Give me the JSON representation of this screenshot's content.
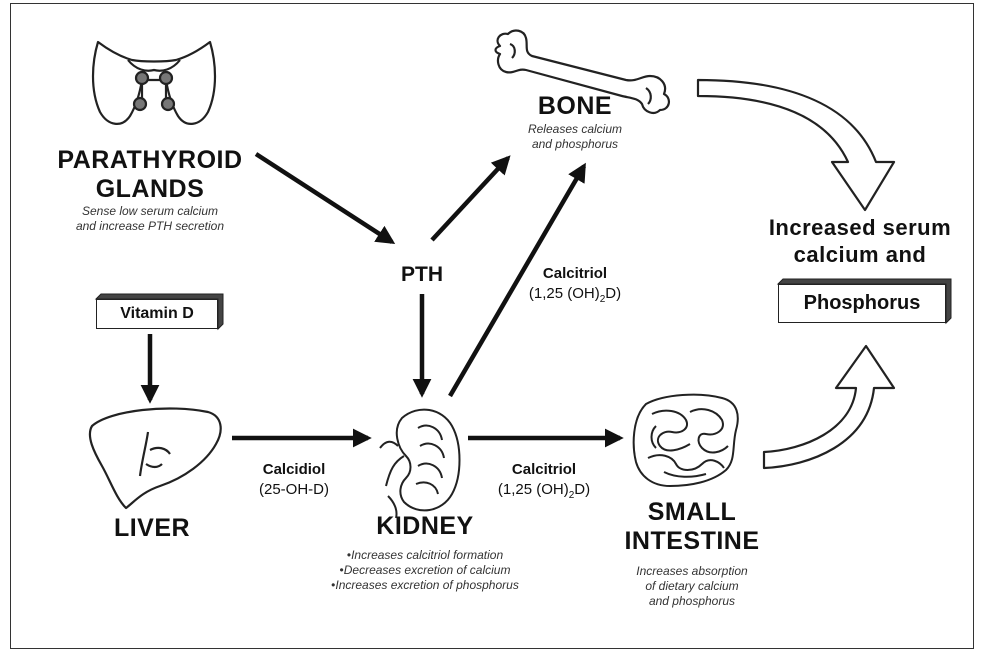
{
  "parathyroid": {
    "title_line1": "PARATHYROID",
    "title_line2": "GLANDS",
    "note_line1": "Sense low serum calcium",
    "note_line2": "and increase PTH secretion"
  },
  "bone": {
    "title": "BONE",
    "note_line1": "Releases calcium",
    "note_line2": "and phosphorus"
  },
  "pth": {
    "label": "PTH"
  },
  "vitamin_d": {
    "label": "Vitamin D"
  },
  "liver": {
    "title": "LIVER"
  },
  "calcidiol": {
    "name": "Calcidiol",
    "formula": "(25-OH-D)"
  },
  "calcitriol_kidney_bone": {
    "name": "Calcitriol",
    "formula_pre": "(1,25 (OH)",
    "formula_sub": "2",
    "formula_post": "D)"
  },
  "calcitriol_kidney_intestine": {
    "name": "Calcitriol",
    "formula_pre": "(1,25 (OH)",
    "formula_sub": "2",
    "formula_post": "D)"
  },
  "kidney": {
    "title": "KIDNEY",
    "effects": [
      "Increases calcitriol formation",
      "Decreases excretion of calcium",
      "Increases excretion of phosphorus"
    ]
  },
  "small_intestine": {
    "title_line1": "SMALL",
    "title_line2": "INTESTINE",
    "note_line1": "Increases absorption",
    "note_line2": "of dietary calcium",
    "note_line3": "and phosphorus"
  },
  "outcome": {
    "line1": "Increased serum",
    "line2": "calcium and",
    "box_label": "Phosphorus"
  }
}
